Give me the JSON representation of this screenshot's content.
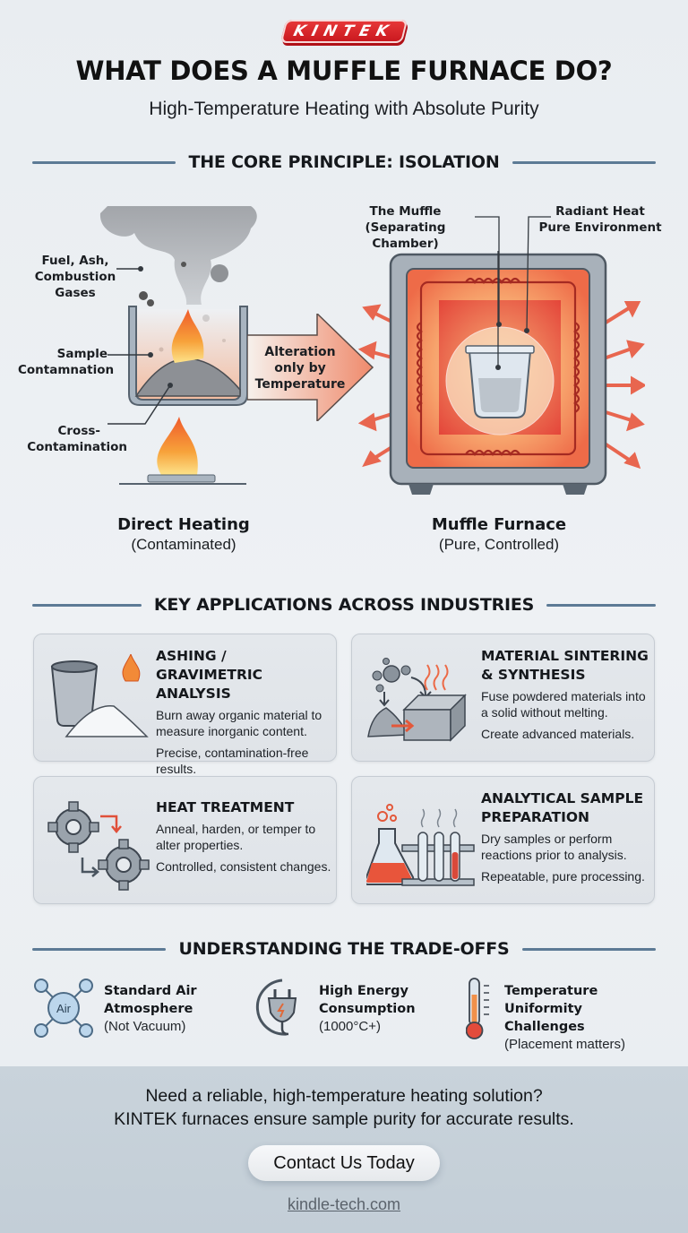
{
  "brand": {
    "logo_text": "KINTEK",
    "accent": "#d4202a"
  },
  "header": {
    "title": "WHAT DOES A MUFFLE FURNACE DO?",
    "subtitle": "High-Temperature Heating with Absolute Purity"
  },
  "core_principle": {
    "heading": "THE CORE PRINCIPLE: ISOLATION",
    "direct_heating": {
      "labels": {
        "fuel": [
          "Fuel, Ash,",
          "Combustion",
          "Gases"
        ],
        "sample": [
          "Sample",
          "Contamnation"
        ],
        "cross": [
          "Cross-",
          "Contamination"
        ]
      },
      "caption": "Direct Heating",
      "caption_sub": "(Contaminated)"
    },
    "arrow": {
      "lines": [
        "Alteration",
        "only by",
        "Temperature"
      ]
    },
    "muffle_furnace": {
      "labels": {
        "muffle": [
          "The Muffle",
          "(Separating Chamber)"
        ],
        "radiant": [
          "Radiant Heat",
          "Pure Environment"
        ]
      },
      "caption": "Muffle Furnace",
      "caption_sub": "(Pure, Controlled)"
    }
  },
  "applications": {
    "heading": "KEY APPLICATIONS ACROSS INDUSTRIES",
    "cards": [
      {
        "icon": "crucible-ash-icon",
        "title": "ASHING / GRAVIMETRIC ANALYSIS",
        "body": "Burn away organic material to measure inorganic content.",
        "note": "Precise, contamination-free results."
      },
      {
        "icon": "sintering-icon",
        "title": "MATERIAL SINTERING & SYNTHESIS",
        "body": "Fuse powdered materials into a solid without melting.",
        "note": "Create advanced materials."
      },
      {
        "icon": "gears-icon",
        "title": "HEAT TREATMENT",
        "body": "Anneal, harden, or temper to alter properties.",
        "note": "Controlled, consistent changes."
      },
      {
        "icon": "lab-flask-icon",
        "title": "ANALYTICAL SAMPLE PREPARATION",
        "body": "Dry samples or perform reactions prior to analysis.",
        "note": "Repeatable, pure processing."
      }
    ]
  },
  "tradeoffs": {
    "heading": "UNDERSTANDING THE TRADE-OFFS",
    "items": [
      {
        "icon": "air-molecule-icon",
        "icon_text": "Air",
        "title": "Standard Air Atmosphere",
        "sub": "(Not Vacuum)"
      },
      {
        "icon": "power-plug-icon",
        "title": "High Energy Consumption",
        "sub": "(1000°C+)"
      },
      {
        "icon": "thermometer-icon",
        "title": "Temperature Uniformity Challenges",
        "sub": "(Placement matters)"
      }
    ]
  },
  "footer": {
    "line1": "Need a reliable, high-temperature heating solution?",
    "line2": "KINTEK furnaces ensure sample purity for accurate results.",
    "cta_label": "Contact Us Today",
    "website": "kindle-tech.com"
  }
}
